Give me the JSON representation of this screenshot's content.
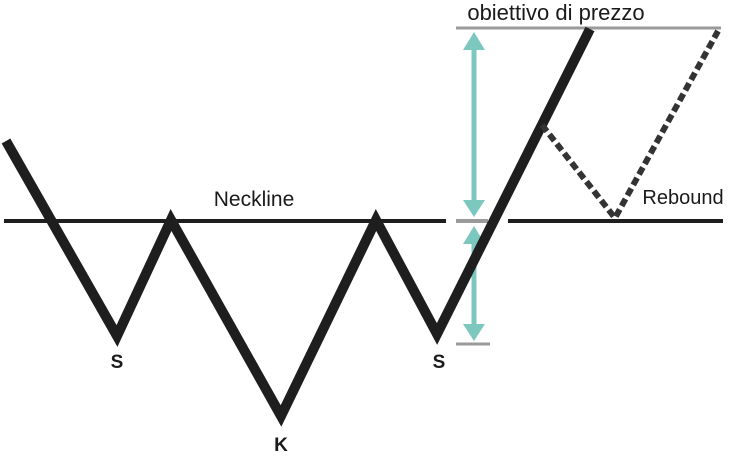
{
  "labels": {
    "target": "obiettivo di prezzo",
    "neckline": "Neckline",
    "rebound": "Rebound",
    "left_shoulder": "S",
    "head": "K",
    "right_shoulder": "S"
  },
  "colors": {
    "line": "#1e1e1e",
    "arrow": "#7cc8bf",
    "guide": "#9a9a9a",
    "dashed": "#333333"
  }
}
